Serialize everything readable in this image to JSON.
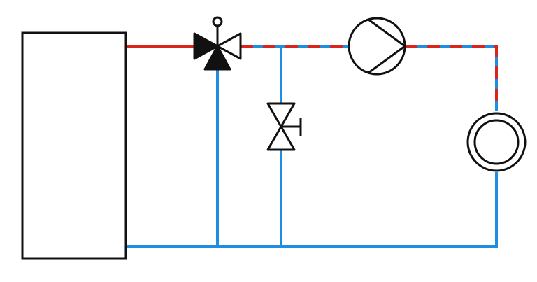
{
  "diagram": {
    "kind": "hydraulic-schematic",
    "components": [
      {
        "id": "storage-tank",
        "icon": "tank-rectangle"
      },
      {
        "id": "three-way-mixing-valve",
        "icon": "three-way-valve-with-actuator"
      },
      {
        "id": "bypass-balancing-valve",
        "icon": "two-way-valve-with-handwheel"
      },
      {
        "id": "circulation-pump",
        "icon": "pump-circle-triangle"
      },
      {
        "id": "heat-consumer",
        "icon": "double-circle-consumer"
      }
    ],
    "lines": [
      {
        "id": "supply-hot",
        "style": "solid",
        "color": "#d9251c"
      },
      {
        "id": "mixed-supply",
        "style": "dashed",
        "colors": [
          "#d9251c",
          "#1e8ee0"
        ]
      },
      {
        "id": "return-cold",
        "style": "solid",
        "color": "#1e8ee0"
      }
    ],
    "colors": {
      "hot": "#d9251c",
      "cold": "#1e8ee0",
      "outline": "#111111",
      "background": "#ffffff"
    }
  }
}
